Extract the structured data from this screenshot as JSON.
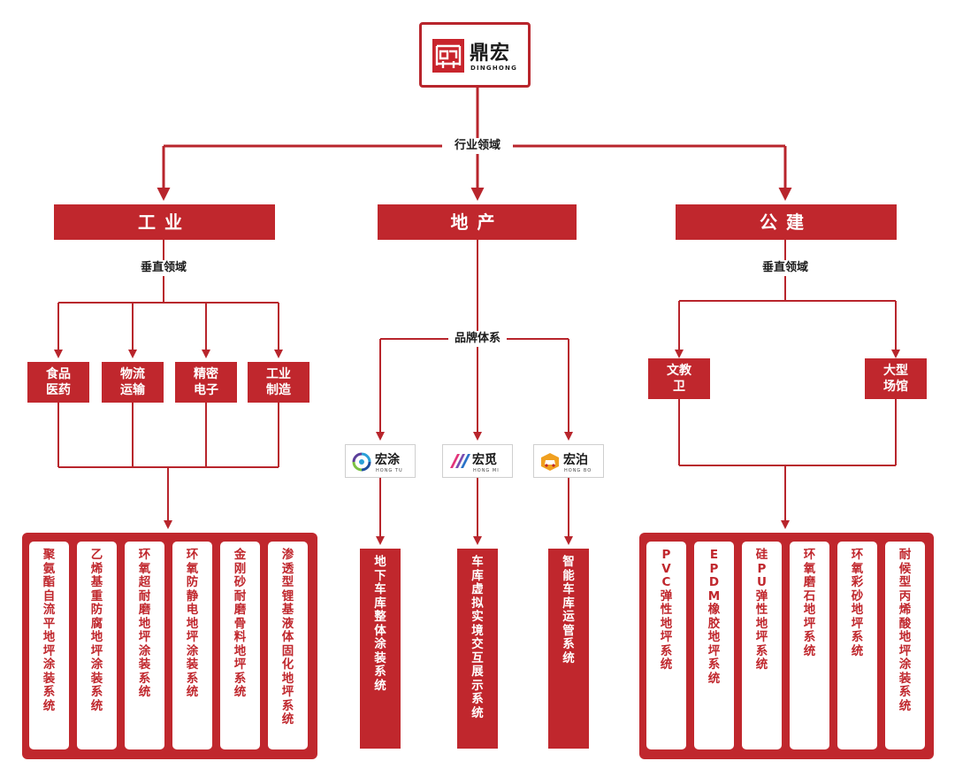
{
  "logo": {
    "name": "鼎宏",
    "sub": "DINGHONG",
    "mark_glyph": "㽞"
  },
  "labels": {
    "industry": "行业领域",
    "vertical_left": "垂直领域",
    "vertical_right": "垂直领域",
    "brand": "品牌体系"
  },
  "categories": {
    "industrial": "工业",
    "real_estate": "地产",
    "public": "公建"
  },
  "industrial_subs": [
    "食品\n医药",
    "物流\n运输",
    "精密\n电子",
    "工业\n制造"
  ],
  "public_subs": [
    "文教\n卫",
    "大型\n场馆"
  ],
  "brands": [
    {
      "name": "宏涂",
      "sub": "HONG TU",
      "icon": "swirl-icon"
    },
    {
      "name": "宏觅",
      "sub": "HONG MI",
      "icon": "stripes-icon"
    },
    {
      "name": "宏泊",
      "sub": "HONG BO",
      "icon": "car-icon"
    }
  ],
  "industrial_systems": [
    "聚氨酯自流平地坪涂装系统",
    "乙烯基重防腐地坪涂装系统",
    "环氧超耐磨地坪涂装系统",
    "环氧防静电地坪涂装系统",
    "金刚砂耐磨骨料地坪系统",
    "渗透型锂基液体固化地坪系统"
  ],
  "real_estate_systems": [
    "地下车库整体涂装系统",
    "车库虚拟实境交互展示系统",
    "智能车库运管系统"
  ],
  "public_systems": [
    "PVC弹性地坪系统",
    "EPDM橡胶地坪系统",
    "硅PU弹性地坪系统",
    "环氧磨石地坪系统",
    "环氧彩砂地坪系统",
    "耐候型丙烯酸地坪涂装系统"
  ],
  "colors": {
    "accent": "#c0272d",
    "text": "#1a1a1a",
    "background": "#ffffff"
  }
}
